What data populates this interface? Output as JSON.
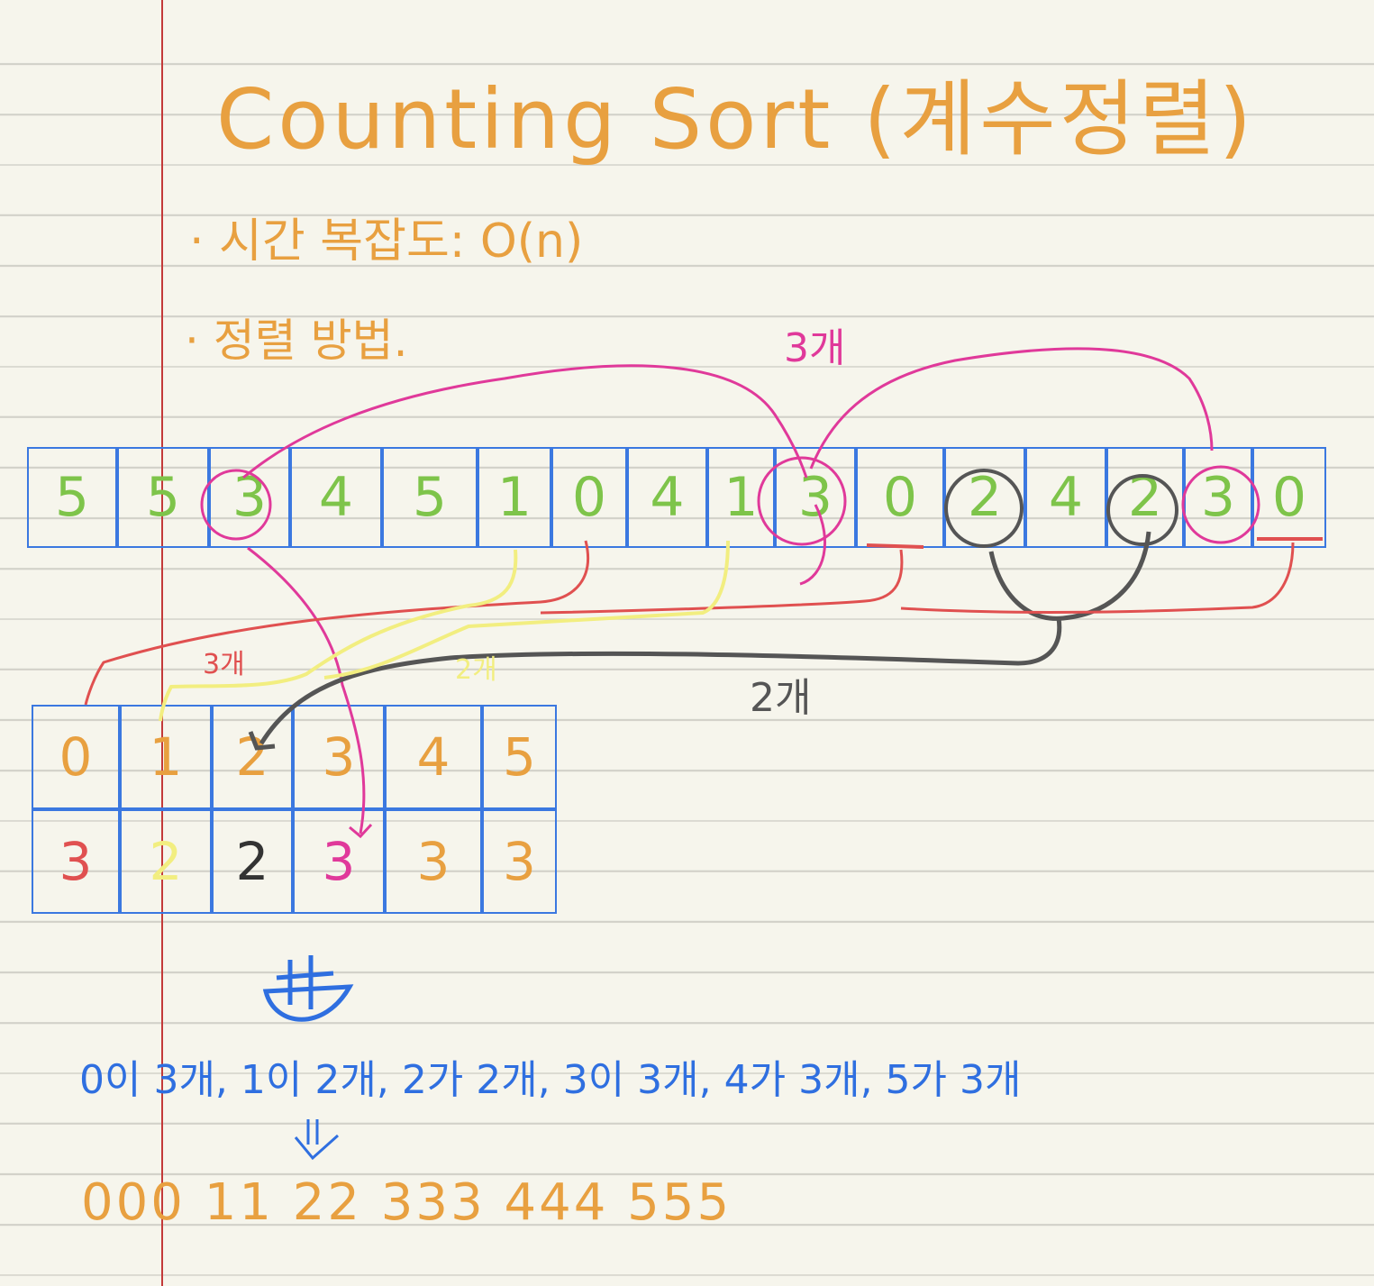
{
  "title": "Counting Sort (계수정렬)",
  "bullets": [
    "· 시간 복잡도: O(n)",
    "· 정렬 방법."
  ],
  "input_array": [
    "5",
    "5",
    "3",
    "4",
    "5",
    "1",
    "0",
    "4",
    "1",
    "3",
    "0",
    "2",
    "4",
    "2",
    "3",
    "0"
  ],
  "count_table": {
    "keys": [
      "0",
      "1",
      "2",
      "3",
      "4",
      "5"
    ],
    "counts": [
      "3",
      "2",
      "2",
      "3",
      "3",
      "3"
    ]
  },
  "annotations": {
    "pink_count": "3개",
    "red_count": "3개",
    "yellow_count": "2개",
    "dark_count": "2개"
  },
  "summary": "0이 3개, 1이 2개, 2가 2개, 3이 3개, 4가 3개, 5가 3개",
  "result": "000 11 22 333 444 555",
  "colors": {
    "background": "#f6f5ec",
    "rule_line": "#d2d1c9",
    "margin_line": "#c33a3a",
    "orange": "#e8a040",
    "green": "#7ec44a",
    "blue": "#3b78e0",
    "pink": "#e0399a",
    "red": "#e05050",
    "yellow": "#f2ee80",
    "dark": "#555555"
  },
  "count_colors": [
    "#e05050",
    "#f2ee80",
    "#333333",
    "#e0399a",
    "#e8a040",
    "#e8a040"
  ]
}
